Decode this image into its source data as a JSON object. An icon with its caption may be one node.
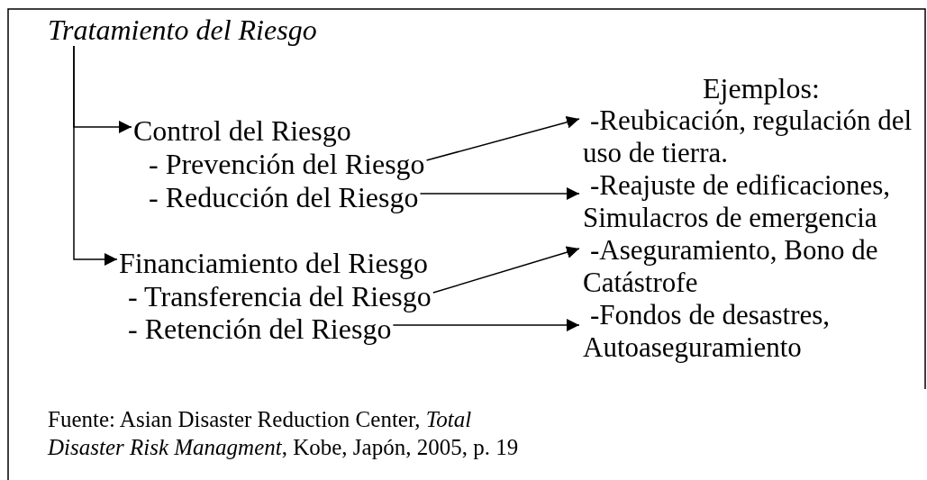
{
  "diagram": {
    "caption": "Fuente: Asian Disaster Reduction Center, *Total Disaster Risk Managment*, Kobe, Japón, 2005, p. 19",
    "nodes": [
      {
        "text": [
          "Tratamiento del Riesgo"
        ]
      },
      {
        "text": [
          "Control del Riesgo"
        ]
      },
      {
        "text": [
          "- Prevención del Riesgo"
        ]
      },
      {
        "text": [
          "- Reducción del Riesgo"
        ]
      },
      {
        "text": [
          "Financiamiento del Riesgo"
        ]
      },
      {
        "text": [
          "-  Transferencia del Riesgo"
        ]
      },
      {
        "text": [
          "-  Retención del Riesgo"
        ]
      },
      {
        "text": [
          "-Reubicación, regulación del uso de tierra."
        ]
      },
      {
        "text": [
          "-Reajuste de edificaciones, Simulacros de emergencia"
        ]
      },
      {
        "text": [
          "-Aseguramiento, Bono de Catástrofe"
        ]
      },
      {
        "text": [
          "-Fondos de desastres, Autoaseguramiento"
        ]
      }
    ],
    "edges": [
      {
        "from": 0,
        "to": 1,
        "arrow": "to"
      },
      {
        "from": 0,
        "to": 4,
        "arrow": "to"
      },
      {
        "from": 2,
        "to": 7,
        "arrow": "to"
      },
      {
        "from": 3,
        "to": 8,
        "arrow": "to"
      },
      {
        "from": 5,
        "to": 9,
        "arrow": "to"
      },
      {
        "from": 6,
        "to": 10,
        "arrow": "to"
      }
    ],
    "labels": [
      "Ejemplos:"
    ]
  }
}
